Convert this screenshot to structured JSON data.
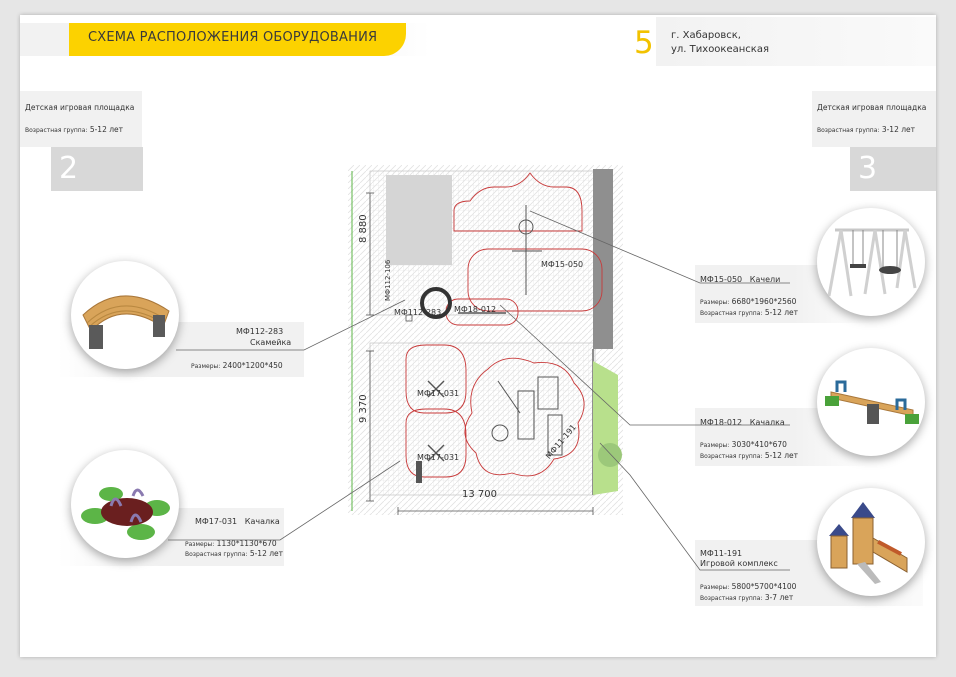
{
  "header": {
    "title": "СХЕМА РАСПОЛОЖЕНИЯ ОБОРУДОВАНИЯ",
    "page_number": "5",
    "city": "г. Хабаровск,",
    "street": "ул. Тихоокеанская",
    "accent_color": "#fcd200"
  },
  "zones": [
    {
      "title": "Детская игровая площадка",
      "age_label": "Возрастная группа:",
      "age": "5-12 лет",
      "number": "2"
    },
    {
      "title": "Детская игровая площадка",
      "age_label": "Возрастная группа:",
      "age": "3-12 лет",
      "number": "3"
    }
  ],
  "equipment": [
    {
      "code": "МФ112-283",
      "name": "Скамейка",
      "size_label": "Размеры:",
      "size": "2400*1200*450"
    },
    {
      "code": "МФ17-031",
      "name": "Качалка",
      "size_label": "Размеры:",
      "size": "1130*1130*670",
      "age_label": "Возрастная группа:",
      "age": "5-12 лет"
    },
    {
      "code": "МФ15-050",
      "name": "Качели",
      "size_label": "Размеры:",
      "size": "6680*1960*2560",
      "age_label": "Возрастная группа:",
      "age": "5-12 лет"
    },
    {
      "code": "МФ18-012",
      "name": "Качалка",
      "size_label": "Размеры:",
      "size": "3030*410*670",
      "age_label": "Возрастная группа:",
      "age": "5-12 лет"
    },
    {
      "code": "МФ11-191",
      "name": "Игровой комплекс",
      "size_label": "Размеры:",
      "size": "5800*5700*4100",
      "age_label": "Возрастная группа:",
      "age": "3-7 лет"
    }
  ],
  "plan": {
    "dim_top": "8 880",
    "dim_bottom": "9 370",
    "dim_width": "13 700",
    "labels": {
      "swing": "МФ15-050",
      "rocker_seesaw": "МФ18-012",
      "bench": "МФ112-283",
      "bin": "МФ112-106",
      "rocker_1": "МФ17-031",
      "rocker_2": "МФ17-031",
      "complex": "МФ11-191"
    }
  }
}
